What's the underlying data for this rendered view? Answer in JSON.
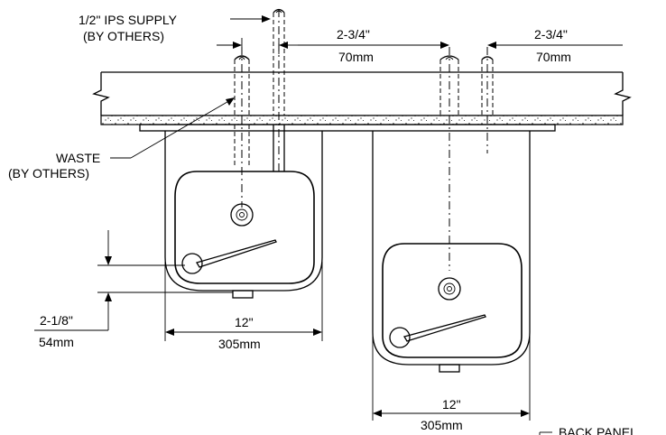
{
  "labels": {
    "supply_line1": "1/2\" IPS SUPPLY",
    "supply_line2": "(BY OTHERS)",
    "waste_line1": "WASTE",
    "waste_line2": "(BY OTHERS)",
    "offset_left_in": "2-3/4\"",
    "offset_left_mm": "70mm",
    "offset_right_in": "2-3/4\"",
    "offset_right_mm": "70mm",
    "drop_in": "2-1/8\"",
    "drop_mm": "54mm",
    "width_left_in": "12\"",
    "width_left_mm": "305mm",
    "width_right_in": "12\"",
    "width_right_mm": "305mm",
    "back_panel": "BACK PANEL"
  }
}
